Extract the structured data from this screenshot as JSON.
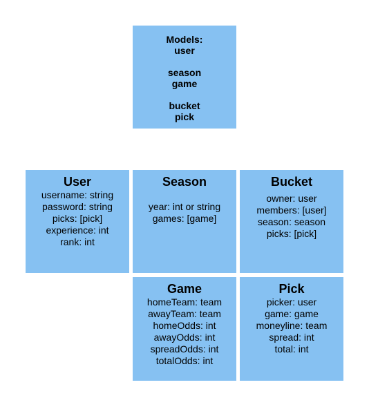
{
  "models_box": {
    "lines": [
      "Models:",
      "user",
      "",
      "season",
      "game",
      "",
      "bucket",
      "pick"
    ]
  },
  "cards": [
    {
      "id": "user",
      "title": "User",
      "fields": [
        "username: string",
        "password: string",
        "picks: [pick]",
        "experience: int",
        "rank: int"
      ]
    },
    {
      "id": "season",
      "title": "Season",
      "fields": [
        "year: int or string",
        "games: [game]"
      ]
    },
    {
      "id": "bucket",
      "title": "Bucket",
      "fields": [
        "owner: user",
        "members: [user]",
        "season: season",
        "picks: [pick]"
      ]
    },
    {
      "id": "game",
      "title": "Game",
      "fields": [
        "homeTeam: team",
        "awayTeam: team",
        "homeOdds: int",
        "awayOdds: int",
        "spreadOdds: int",
        "totalOdds: int"
      ]
    },
    {
      "id": "pick",
      "title": "Pick",
      "fields": [
        "picker: user",
        "game: game",
        "moneyline: team",
        "spread: int",
        "total: int"
      ]
    }
  ],
  "colors": {
    "card_fill": "#86c1f2",
    "text": "#000000",
    "background": "#ffffff"
  }
}
